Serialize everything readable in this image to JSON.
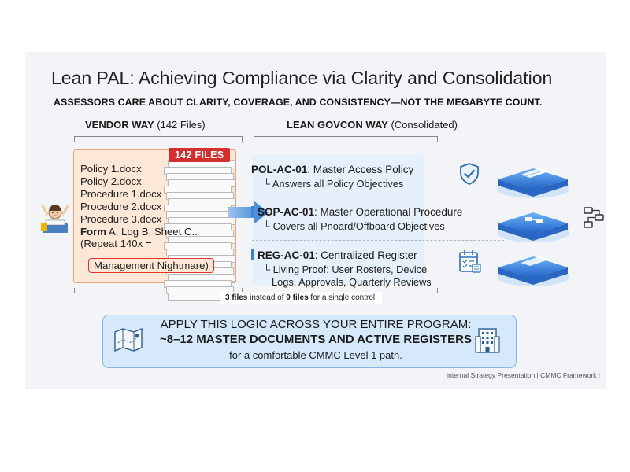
{
  "title": "Lean PAL: Achieving Compliance via Clarity and Consolidation",
  "subtitle": "ASSESSORS CARE ABOUT CLARITY, COVERAGE, AND CONSISTENCY—NOT THE MEGABYTE COUNT.",
  "vendor": {
    "heading_bold": "VENDOR WAY",
    "heading_rest": " (142 Files)",
    "badge": "142 FILES",
    "files": [
      "Policy 1.docx",
      "Policy 2.docx",
      "Procedure 1.docx",
      "Procedure 2.docx",
      "Procedure 3.docx"
    ],
    "form_bold": "Form",
    "form_rest": " A, Log B, Sheet C..",
    "repeat": "(Repeat 140x =",
    "nightmare": "Management Nightmare)"
  },
  "lean": {
    "heading_bold": "LEAN GOVCON WAY",
    "heading_rest": " (Consolidated)",
    "entries": [
      {
        "code": "POL-AC-01",
        "title": ": Master Access Policy",
        "desc": [
          "Answers all Policy Objectives"
        ]
      },
      {
        "code": "SOP-AC-01",
        "title": ": Master Operational Procedure",
        "desc": [
          "Covers all Pnoard/Offboard Objectives"
        ]
      },
      {
        "code": "REG-AC-01",
        "title": ": Centralized Register",
        "desc": [
          "Living Proof: User Rosters, Device",
          "Logs, Approvals, Quarterly Reviews"
        ]
      }
    ]
  },
  "files_note": {
    "bold_a": "3 files",
    "mid": " instead of ",
    "bold_b": "9 files",
    "end": " for a single control."
  },
  "apply": {
    "line1": "APPLY THIS LOGIC ACROSS YOUR ENTIRE PROGRAM:",
    "line2": "~8–12 MASTER DOCUMENTS AND ACTIVE REGISTERS",
    "line3": "for a comfortable CMMC Level 1 path."
  },
  "footer": "Internal Strategy Presentation  |  CMMC Framework  |",
  "icons": {
    "stressed_person": "stressed-person-icon",
    "shield": "shield-check-icon",
    "workflow": "workflow-icon",
    "register": "calendar-register-icon",
    "map": "blueprint-map-icon",
    "building": "building-icon"
  },
  "colors": {
    "accent_blue": "#3a86d4",
    "alert_red": "#d32f2f",
    "vendor_bg": "#fde8d8",
    "lean_bg": "#e6f0fb",
    "apply_bg": "#d6e9fb"
  }
}
